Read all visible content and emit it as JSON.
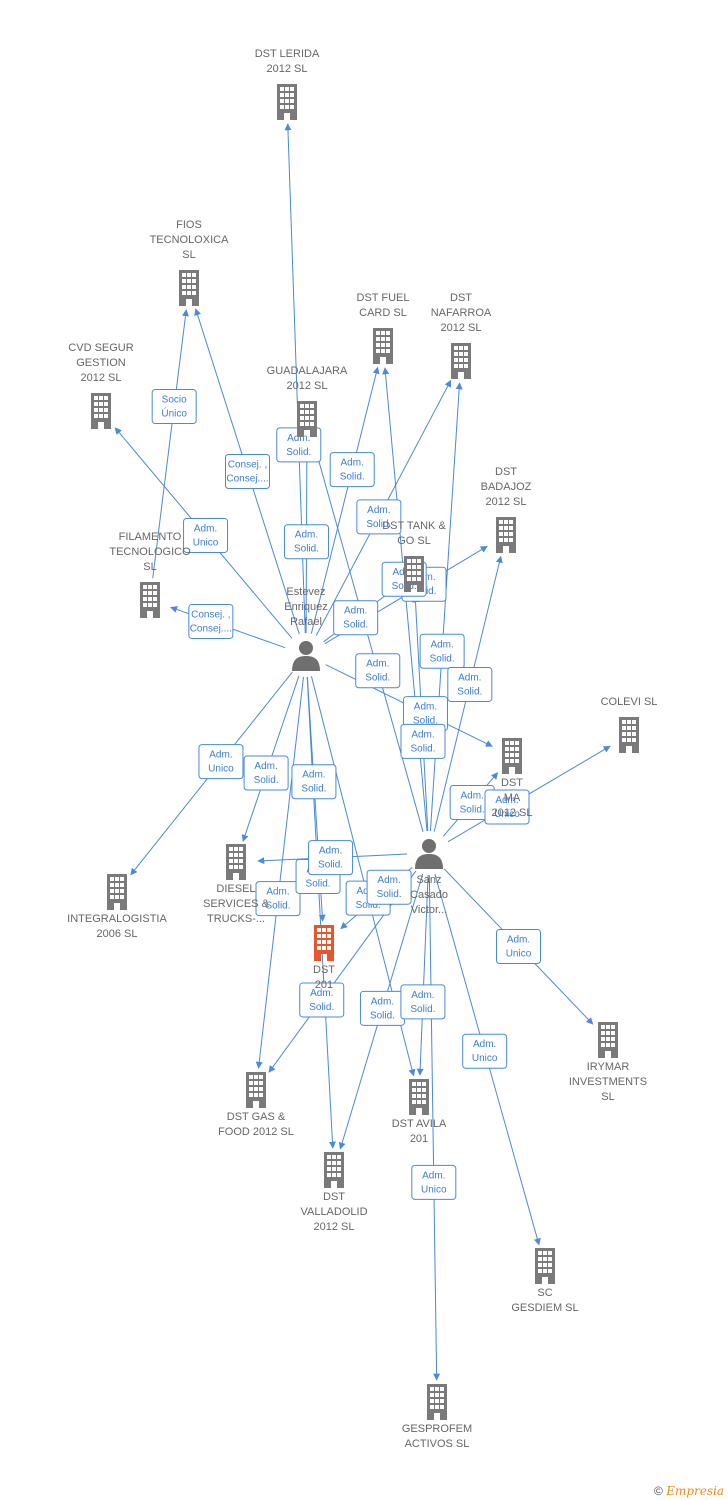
{
  "colors": {
    "edge": "#4a8ad8",
    "company": "#7a7a7a",
    "focus_company": "#e8552a",
    "person": "#6f6f6f",
    "label": "#666666",
    "footer_brand": "#f08a1c"
  },
  "nodes": [
    {
      "id": "lerida",
      "type": "company",
      "lines": [
        "DST LERIDA",
        "2012  SL"
      ]
    },
    {
      "id": "fios",
      "type": "company",
      "lines": [
        "FIOS",
        "TECNOLOXICA",
        "SL"
      ]
    },
    {
      "id": "fuelcard",
      "type": "company",
      "lines": [
        "DST FUEL",
        "CARD  SL"
      ]
    },
    {
      "id": "nafarroa",
      "type": "company",
      "lines": [
        "DST",
        "NAFARROA",
        "2012  SL"
      ]
    },
    {
      "id": "cvd",
      "type": "company",
      "lines": [
        "CVD SEGUR",
        "GESTION",
        "2012  SL"
      ]
    },
    {
      "id": "guadalajara",
      "type": "company",
      "lines": [
        "GUADALAJARA",
        "2012  SL"
      ]
    },
    {
      "id": "badajoz",
      "type": "company",
      "lines": [
        "DST",
        "BADAJOZ",
        "2012  SL"
      ]
    },
    {
      "id": "tankgo",
      "type": "company",
      "lines": [
        "DST TANK &",
        "GO  SL"
      ]
    },
    {
      "id": "filamento",
      "type": "company",
      "lines": [
        "FILAMENTO",
        "TECNOLOGICO",
        "SL"
      ]
    },
    {
      "id": "colevi",
      "type": "company",
      "lines": [
        "COLEVI SL"
      ]
    },
    {
      "id": "dstma",
      "type": "company",
      "lines": [
        "DST",
        "MA",
        "2012  SL"
      ]
    },
    {
      "id": "integra",
      "type": "company",
      "lines": [
        "INTEGRALOGISTIA",
        "2006 SL"
      ]
    },
    {
      "id": "diesel",
      "type": "company",
      "lines": [
        "DIESEL",
        "SERVICES &",
        "TRUCKS-..."
      ]
    },
    {
      "id": "focus",
      "type": "focus",
      "lines": [
        "DST",
        "201"
      ]
    },
    {
      "id": "irymar",
      "type": "company",
      "lines": [
        "IRYMAR",
        "INVESTMENTS",
        "SL"
      ]
    },
    {
      "id": "gasfood",
      "type": "company",
      "lines": [
        "DST GAS &",
        "FOOD 2012  SL"
      ]
    },
    {
      "id": "avila",
      "type": "company",
      "lines": [
        "DST AVILA",
        "201"
      ]
    },
    {
      "id": "valladolid",
      "type": "company",
      "lines": [
        "DST",
        "VALLADOLID",
        "2012  SL"
      ]
    },
    {
      "id": "gesdiem",
      "type": "company",
      "lines": [
        "SC",
        "GESDIEM  SL"
      ]
    },
    {
      "id": "gesprofem",
      "type": "company",
      "lines": [
        "GESPROFEM",
        "ACTIVOS  SL"
      ]
    },
    {
      "id": "estevez",
      "type": "person",
      "lines": [
        "Estevez",
        "Enriquez",
        "Rafael"
      ]
    },
    {
      "id": "sanz",
      "type": "person",
      "lines": [
        "Sanz",
        "Casado",
        "Victor..."
      ]
    }
  ],
  "edges": [
    {
      "from": "estevez",
      "to": "lerida",
      "label": [
        "Adm.",
        "Solid."
      ]
    },
    {
      "from": "estevez",
      "to": "fios",
      "label": [
        "Consej. ,",
        "Consej...."
      ]
    },
    {
      "from": "filamento",
      "to": "fios",
      "label": [
        "Socio",
        "Único"
      ]
    },
    {
      "from": "estevez",
      "to": "cvd",
      "label": [
        "Adm.",
        "Unico"
      ]
    },
    {
      "from": "estevez",
      "to": "filamento",
      "label": [
        "Consej. ,",
        "Consej...."
      ]
    },
    {
      "from": "estevez",
      "to": "guadalajara",
      "label": [
        "Adm.",
        "Solid."
      ]
    },
    {
      "from": "estevez",
      "to": "fuelcard",
      "label": [
        "Adm.",
        "Solid."
      ]
    },
    {
      "from": "estevez",
      "to": "nafarroa",
      "label": [
        "Adm.",
        "Solid."
      ]
    },
    {
      "from": "estevez",
      "to": "badajoz",
      "label": [
        "Adm.",
        "Solid."
      ]
    },
    {
      "from": "estevez",
      "to": "tankgo",
      "label": [
        "Adm.",
        "Solid."
      ]
    },
    {
      "from": "estevez",
      "to": "dstma",
      "label": [
        "Adm.",
        "Solid."
      ]
    },
    {
      "from": "estevez",
      "to": "integra",
      "label": [
        "Adm.",
        "Unico"
      ]
    },
    {
      "from": "estevez",
      "to": "diesel",
      "label": [
        "Adm.",
        "Solid."
      ]
    },
    {
      "from": "estevez",
      "to": "focus",
      "label": [
        "Adm.",
        "Solid."
      ]
    },
    {
      "from": "estevez",
      "to": "gasfood",
      "label": [
        "Adm.",
        "Solid."
      ]
    },
    {
      "from": "estevez",
      "to": "valladolid",
      "label": [
        "Adm.",
        "Solid."
      ]
    },
    {
      "from": "estevez",
      "to": "avila",
      "label": [
        "Adm.",
        "Solid."
      ]
    },
    {
      "from": "sanz",
      "to": "guadalajara",
      "label": [
        "Adm.",
        "Solid."
      ]
    },
    {
      "from": "sanz",
      "to": "fuelcard",
      "label": [
        "Adm.",
        "Solid."
      ]
    },
    {
      "from": "sanz",
      "to": "nafarroa",
      "label": [
        "Adm.",
        "Solid."
      ]
    },
    {
      "from": "sanz",
      "to": "badajoz",
      "label": [
        "Adm.",
        "Solid."
      ]
    },
    {
      "from": "sanz",
      "to": "tankgo",
      "label": [
        "Adm.",
        "Solid."
      ]
    },
    {
      "from": "sanz",
      "to": "dstma",
      "label": [
        "Adm.",
        "Solid."
      ]
    },
    {
      "from": "sanz",
      "to": "colevi",
      "label": [
        "Adm.",
        "Unico"
      ]
    },
    {
      "from": "sanz",
      "to": "diesel",
      "label": [
        "Adm.",
        "Solid."
      ]
    },
    {
      "from": "sanz",
      "to": "focus",
      "label": [
        "Adm.",
        "Solid."
      ]
    },
    {
      "from": "sanz",
      "to": "irymar",
      "label": [
        "Adm.",
        "Unico"
      ]
    },
    {
      "from": "sanz",
      "to": "gasfood",
      "label": [
        "Adm.",
        "Solid."
      ]
    },
    {
      "from": "sanz",
      "to": "valladolid",
      "label": [
        "Adm.",
        "Solid."
      ]
    },
    {
      "from": "sanz",
      "to": "avila",
      "label": [
        "Adm.",
        "Solid."
      ]
    },
    {
      "from": "sanz",
      "to": "gesdiem",
      "label": [
        "Adm.",
        "Unico"
      ]
    },
    {
      "from": "sanz",
      "to": "gesprofem",
      "label": [
        "Adm.",
        "Unico"
      ]
    }
  ],
  "footer": {
    "copyright": "©",
    "brand": "Empresia"
  }
}
